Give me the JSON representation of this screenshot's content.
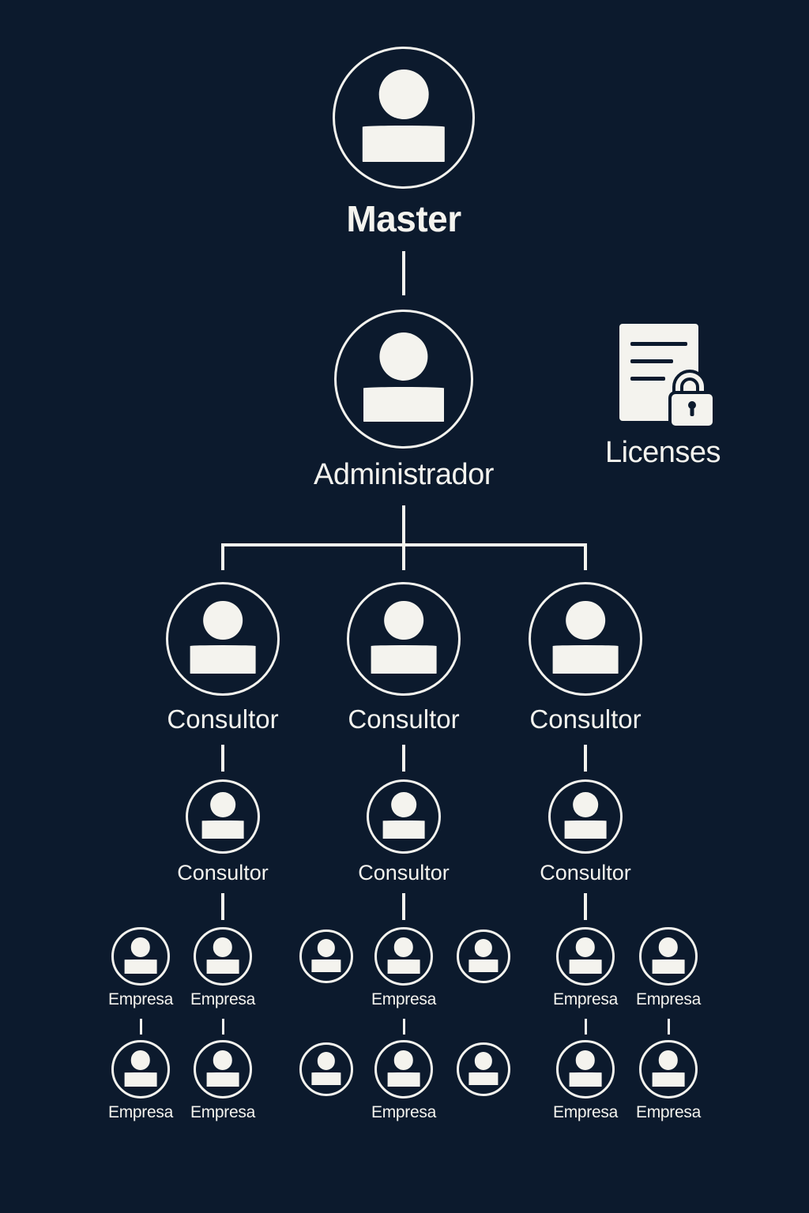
{
  "diagram": {
    "master": {
      "label": "Master"
    },
    "administrador": {
      "label": "Administrador"
    },
    "licenses": {
      "label": "Licenses",
      "icon": "document-lock-icon"
    },
    "consultores_level1": [
      {
        "label": "Consultor"
      },
      {
        "label": "Consultor"
      },
      {
        "label": "Consultor"
      }
    ],
    "consultores_level2": [
      {
        "label": "Consultor"
      },
      {
        "label": "Consultor"
      },
      {
        "label": "Consultor"
      }
    ],
    "empresas_row1": [
      {
        "label": "Empresa"
      },
      {
        "label": "Empresa"
      },
      {
        "label": ""
      },
      {
        "label": "Empresa"
      },
      {
        "label": ""
      },
      {
        "label": "Empresa"
      },
      {
        "label": "Empresa"
      }
    ],
    "empresas_row2": [
      {
        "label": "Empresa"
      },
      {
        "label": "Empresa"
      },
      {
        "label": ""
      },
      {
        "label": "Empresa"
      },
      {
        "label": ""
      },
      {
        "label": "Empresa"
      },
      {
        "label": "Empresa"
      }
    ],
    "colors": {
      "background": "#0c1a2d",
      "foreground": "#f4f3ee"
    },
    "node_icon": "user-icon"
  }
}
